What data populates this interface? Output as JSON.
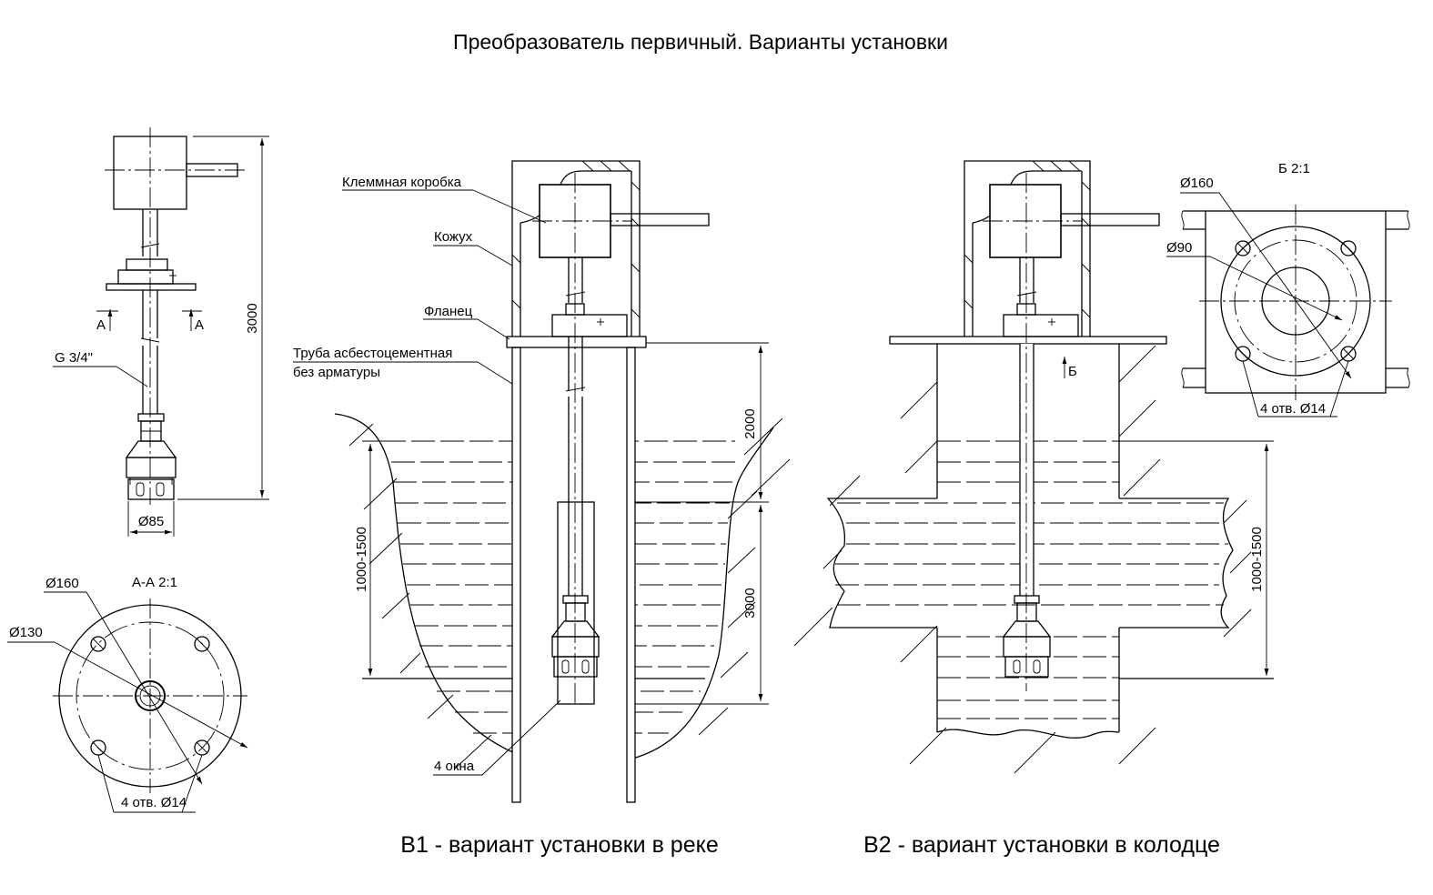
{
  "title": "Преобразователь первичный. Варианты установки",
  "sensor_view": {
    "height_dim": "3000",
    "diameter_dim": "Ø85",
    "thread": "G 3/4\"",
    "section_left": "А",
    "section_right": "А"
  },
  "section_aa": {
    "title": "А-А 2:1",
    "outer_dim": "Ø160",
    "bolt_circle_dim": "Ø130",
    "holes": "4 отв. Ø14"
  },
  "variant1": {
    "caption": "В1 - вариант установки в реке",
    "labels": {
      "terminal_box": "Клеммная коробка",
      "casing": "Кожух",
      "flange": "Фланец",
      "pipe_line1": "Труба асбестоцементная",
      "pipe_line2": "без арматуры",
      "windows": "4 окна"
    },
    "dims": {
      "depth": "1000-1500",
      "upper": "2000",
      "lower": "3000"
    }
  },
  "variant2": {
    "caption": "В2 - вариант установки в колодце",
    "view_mark": "Б",
    "dims": {
      "depth": "1000-1500"
    }
  },
  "detail_b": {
    "title": "Б 2:1",
    "outer_dim": "Ø160",
    "inner_dim": "Ø90",
    "holes": "4 отв. Ø14"
  }
}
